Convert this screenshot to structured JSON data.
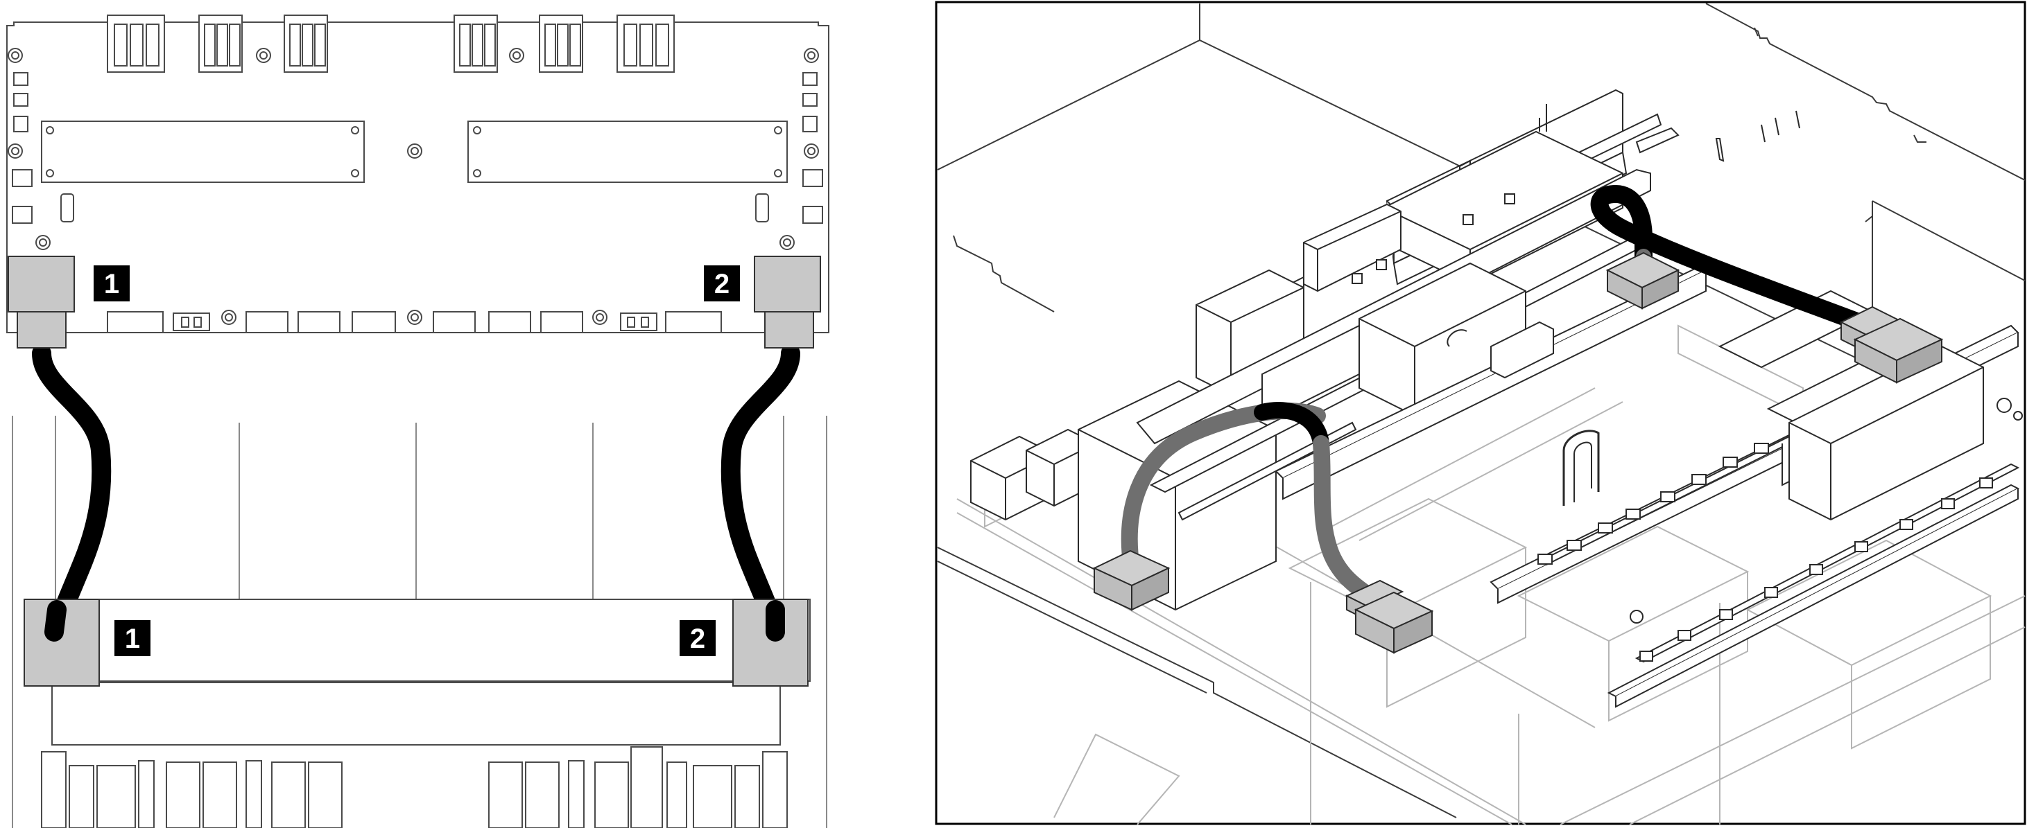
{
  "callouts": {
    "left_top_1": "1",
    "left_top_2": "2",
    "left_bottom_1": "1",
    "left_bottom_2": "2"
  },
  "colors": {
    "line": "#4a4a4a",
    "light_line": "#b5b5b5",
    "cable": "#000000",
    "cable_grey": "#6f6f6f",
    "connector": "#c8c8c8",
    "callout_bg": "#000000",
    "callout_fg": "#ffffff"
  },
  "icons": [
    "cable-connector",
    "cable",
    "callout-badge"
  ]
}
